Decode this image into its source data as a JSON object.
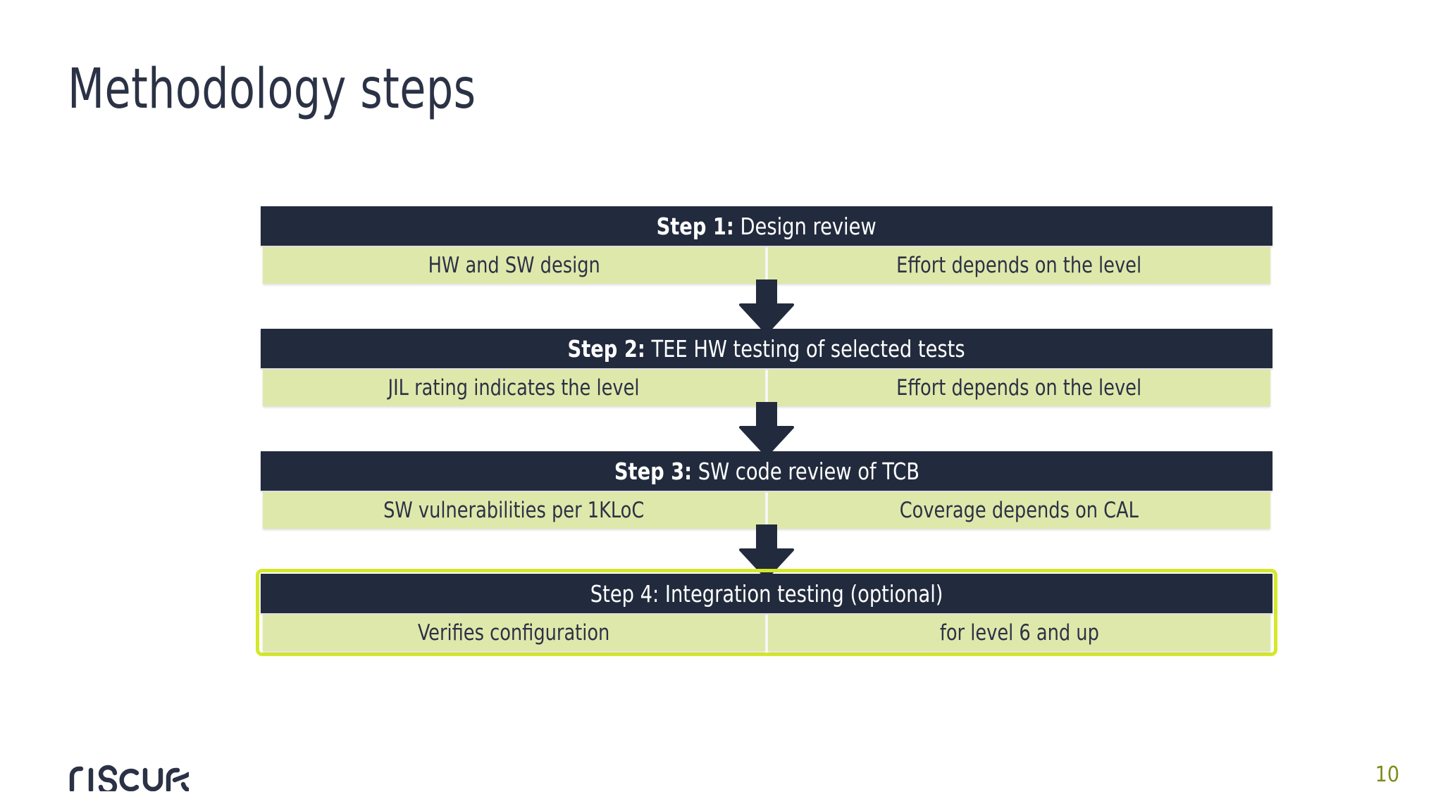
{
  "slide": {
    "title": "Methodology steps",
    "page_number": "10",
    "logo_text": "riscure"
  },
  "colors": {
    "background": "#ffffff",
    "dark_navy": "#222b3d",
    "light_green": "#dfe8ab",
    "highlight_border": "#d4e82b",
    "title_text": "#2b3245",
    "page_number_text": "#7d8c1c",
    "header_text": "#ffffff"
  },
  "flow": {
    "connector_icon": "arrow-down-icon",
    "steps": [
      {
        "label": "Step 1:",
        "label_bold": true,
        "title": "Design review",
        "highlighted": false,
        "cells": [
          "HW and SW design",
          "Effort depends on the level"
        ]
      },
      {
        "label": "Step 2:",
        "label_bold": true,
        "title": "TEE HW testing of selected tests",
        "highlighted": false,
        "cells": [
          "JIL rating indicates the level",
          "Effort depends on the level"
        ]
      },
      {
        "label": "Step 3:",
        "label_bold": true,
        "title": "SW code review of TCB",
        "highlighted": false,
        "cells": [
          "SW vulnerabilities per 1KLoC",
          "Coverage depends on CAL"
        ]
      },
      {
        "label": "Step 4:",
        "label_bold": false,
        "title": "Integration testing (optional)",
        "highlighted": true,
        "cells": [
          "Verifies configuration",
          "for level 6 and up"
        ]
      }
    ]
  }
}
